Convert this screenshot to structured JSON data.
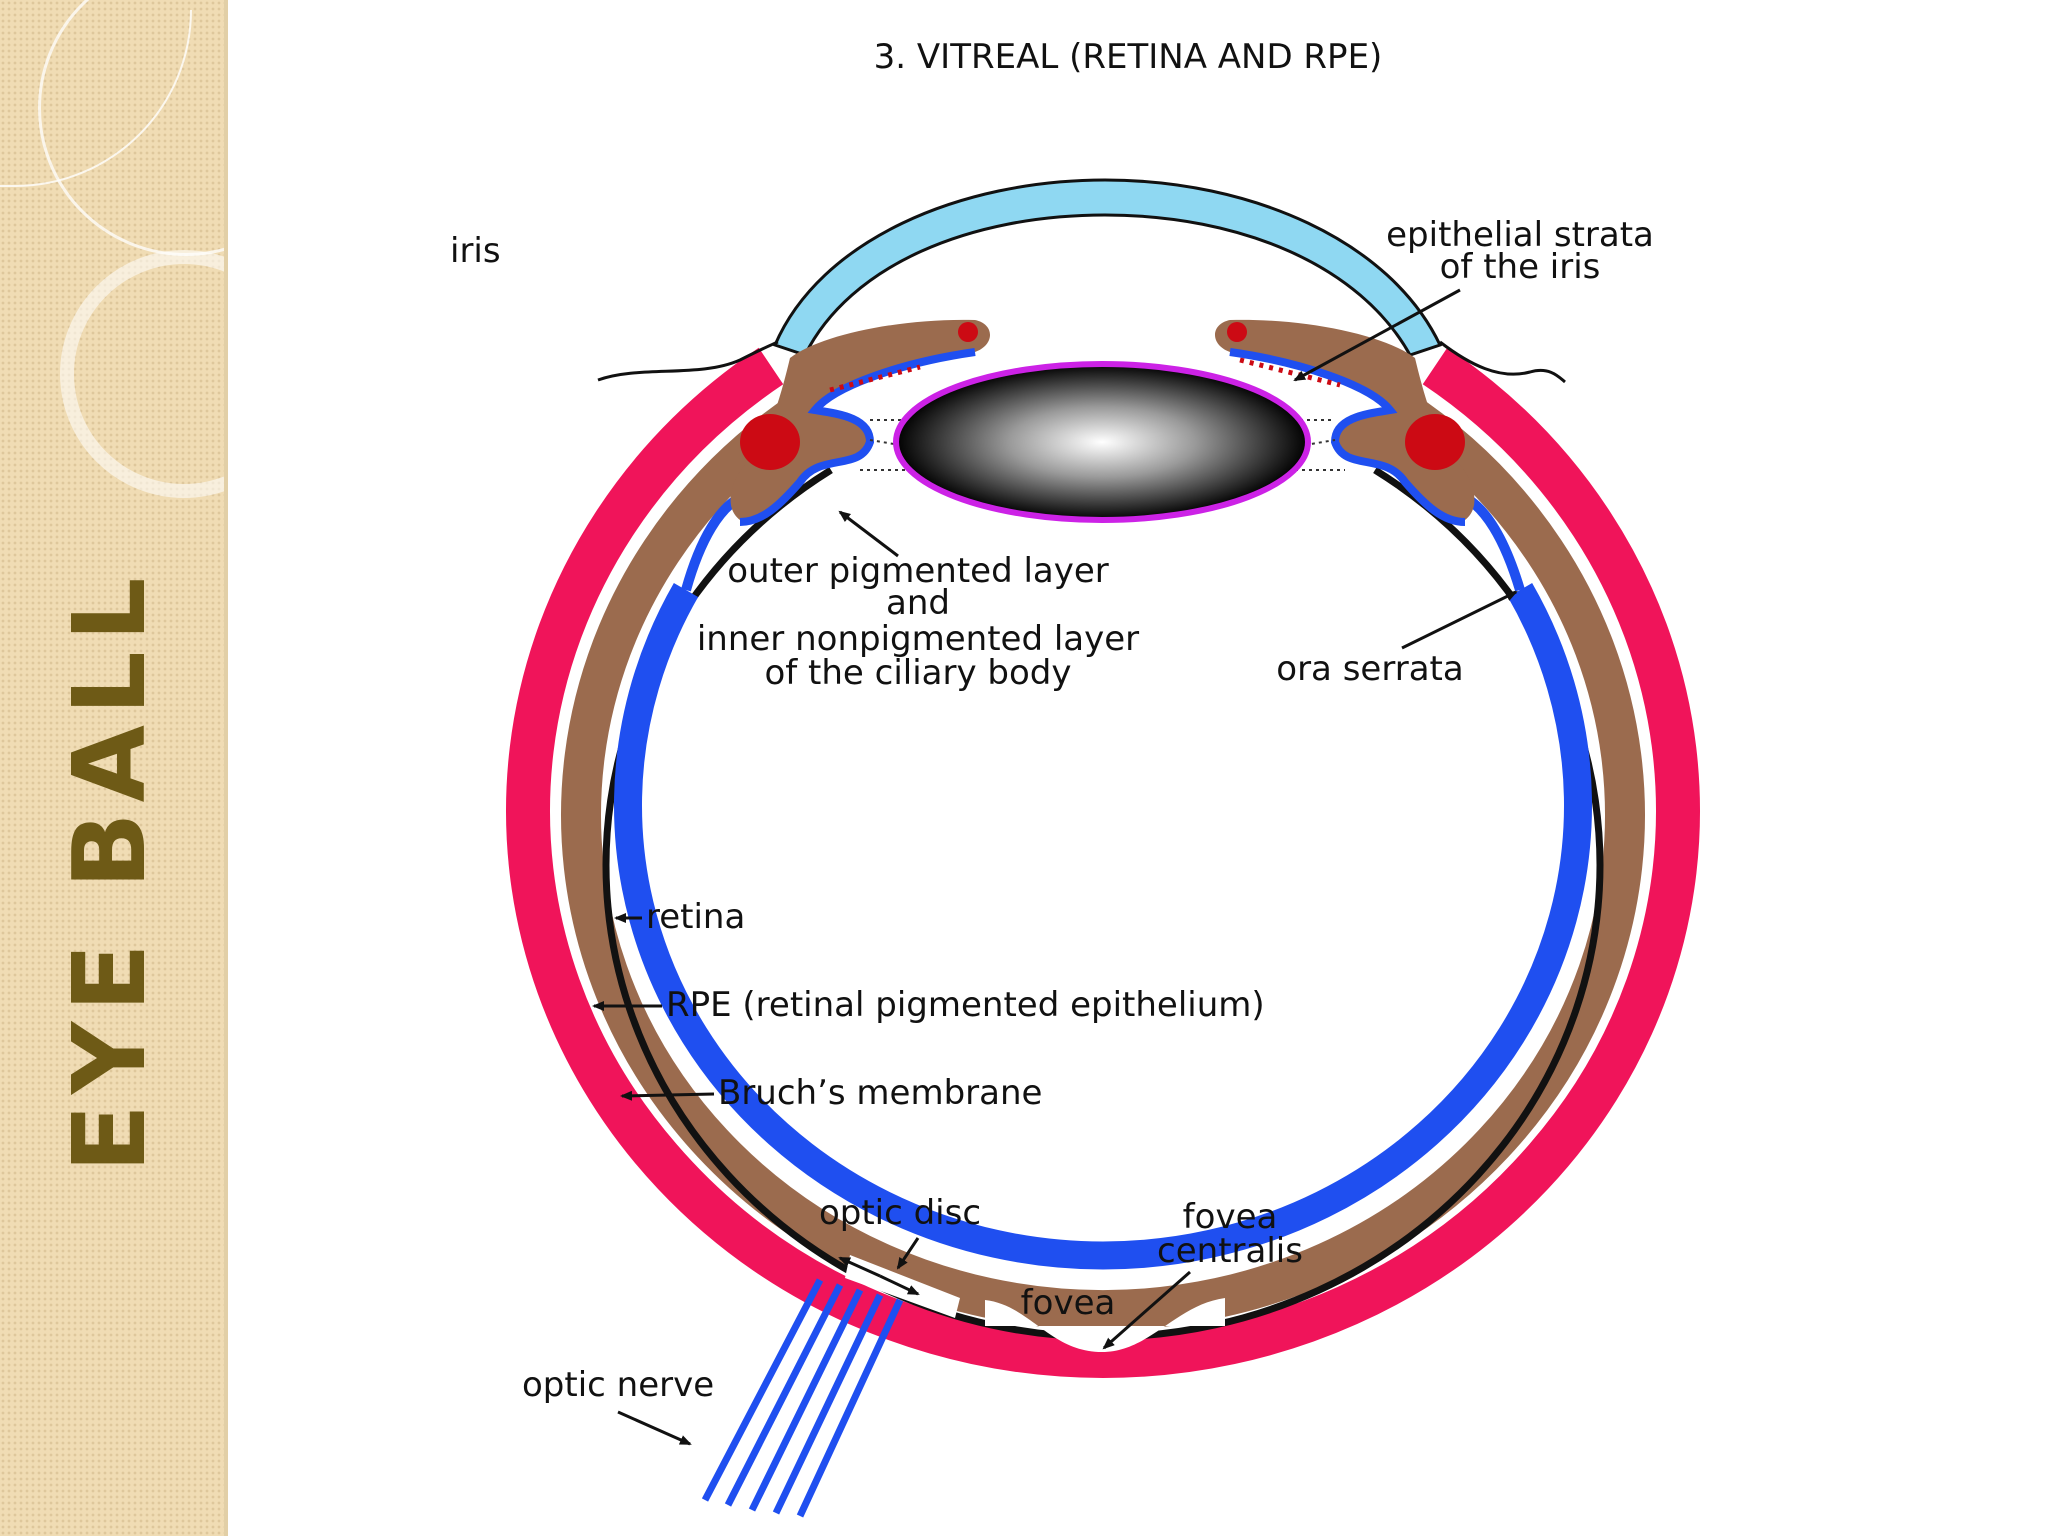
{
  "slide": {
    "title": "EYE BALL"
  },
  "diagram": {
    "title": "3. VITREAL (RETINA AND RPE)",
    "labels": {
      "iris": "iris",
      "epithelial_1": "epithelial strata",
      "epithelial_2": "of the iris",
      "ciliary_1": "outer pigmented layer",
      "ciliary_2": "and",
      "ciliary_3": "inner nonpigmented layer",
      "ciliary_4": "of the ciliary body",
      "ora_serrata": "ora serrata",
      "retina": "retina",
      "rpe": "RPE (retinal pigmented epithelium)",
      "bruch": "Bruch’s membrane",
      "optic_disc": "optic disc",
      "fovea_centralis_1": "fovea",
      "fovea_centralis_2": "centralis",
      "fovea": "fovea",
      "optic_nerve": "optic nerve"
    },
    "colors": {
      "sclera": "#f0145a",
      "choroid": "#9b6b4e",
      "retina": "#1f4ff0",
      "cornea": "#8fd8f2",
      "lens_rim": "#cc22e6",
      "ciliary_vessel": "#cc0a14"
    }
  }
}
